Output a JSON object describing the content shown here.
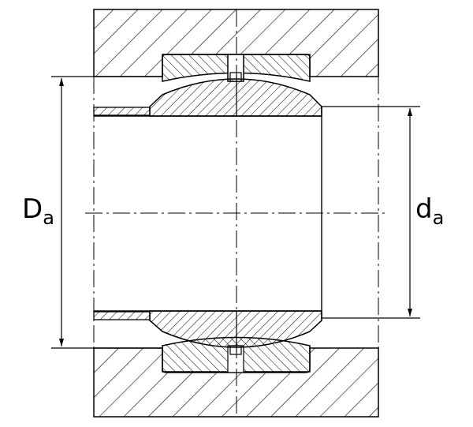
{
  "labels": {
    "outer_main": "D",
    "outer_sub": "a",
    "inner_main": "d",
    "inner_sub": "a"
  }
}
